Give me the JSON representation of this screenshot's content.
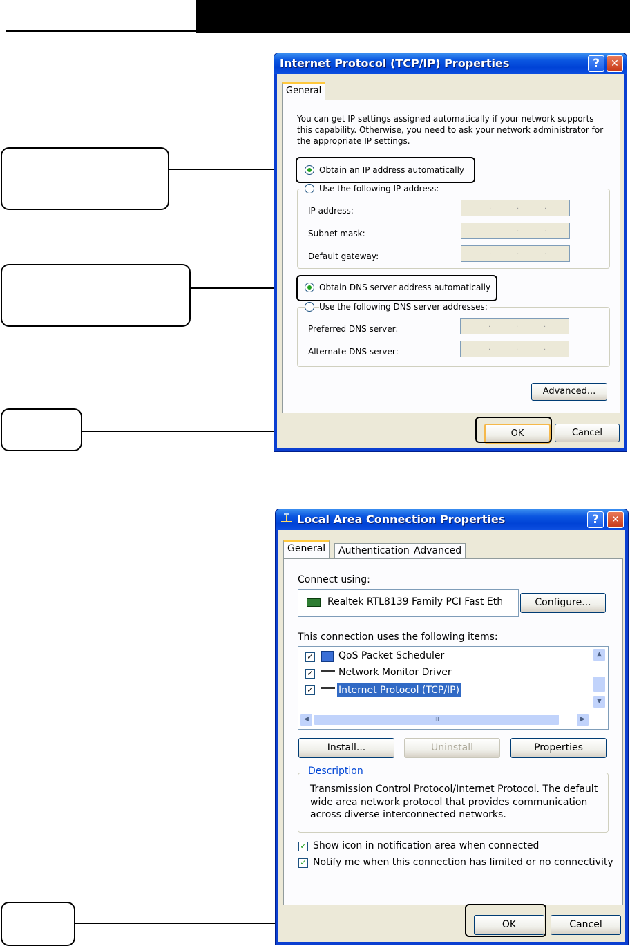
{
  "tcp_dialog": {
    "title": "Internet Protocol (TCP/IP) Properties",
    "help_icon": "?",
    "close_icon": "✕",
    "tab_general": "General",
    "intro_line1": "You can get IP settings assigned automatically if your network supports",
    "intro_line2": "this capability. Otherwise, you need to ask your network administrator for",
    "intro_line3": "the appropriate IP settings.",
    "obtain_ip_auto": "Obtain an IP address automatically",
    "use_following_ip": "Use the following IP address:",
    "ip_address_label": "IP address:",
    "subnet_mask_label": "Subnet mask:",
    "default_gateway_label": "Default gateway:",
    "obtain_dns_auto": "Obtain DNS server address automatically",
    "use_following_dns": "Use the following DNS server addresses:",
    "preferred_dns_label": "Preferred DNS server:",
    "alternate_dns_label": "Alternate DNS server:",
    "advanced_button": "Advanced...",
    "ok_button": "OK",
    "cancel_button": "Cancel",
    "ip_mode": "automatic",
    "dns_mode": "automatic"
  },
  "lan_dialog": {
    "title": "Local Area Connection Properties",
    "help_icon": "?",
    "close_icon": "✕",
    "tabs": [
      "General",
      "Authentication",
      "Advanced"
    ],
    "connect_using_label": "Connect using:",
    "adapter_name": "Realtek RTL8139 Family PCI Fast Eth",
    "configure_button": "Configure...",
    "items_label": "This connection uses the following items:",
    "items": [
      {
        "label": "QoS Packet Scheduler",
        "checked": true
      },
      {
        "label": "Network Monitor Driver",
        "checked": true
      },
      {
        "label": "Internet Protocol (TCP/IP)",
        "checked": true,
        "selected": true
      }
    ],
    "scroll_middle": "III",
    "install_button": "Install...",
    "uninstall_button": "Uninstall",
    "properties_button": "Properties",
    "description_title": "Description",
    "description_line1": "Transmission Control Protocol/Internet Protocol. The default",
    "description_line2": "wide area network protocol that provides communication",
    "description_line3": "across diverse interconnected networks.",
    "show_icon_label": "Show icon in notification area when connected",
    "notify_label": "Notify me when this connection has limited or no connectivity",
    "ok_button": "OK",
    "cancel_button": "Cancel"
  },
  "colors": {
    "title_bar": "#0a55e0",
    "dialog_bg": "#ece9d8",
    "active_tab_accent": "#ffc83c",
    "selection": "#316ac5"
  }
}
